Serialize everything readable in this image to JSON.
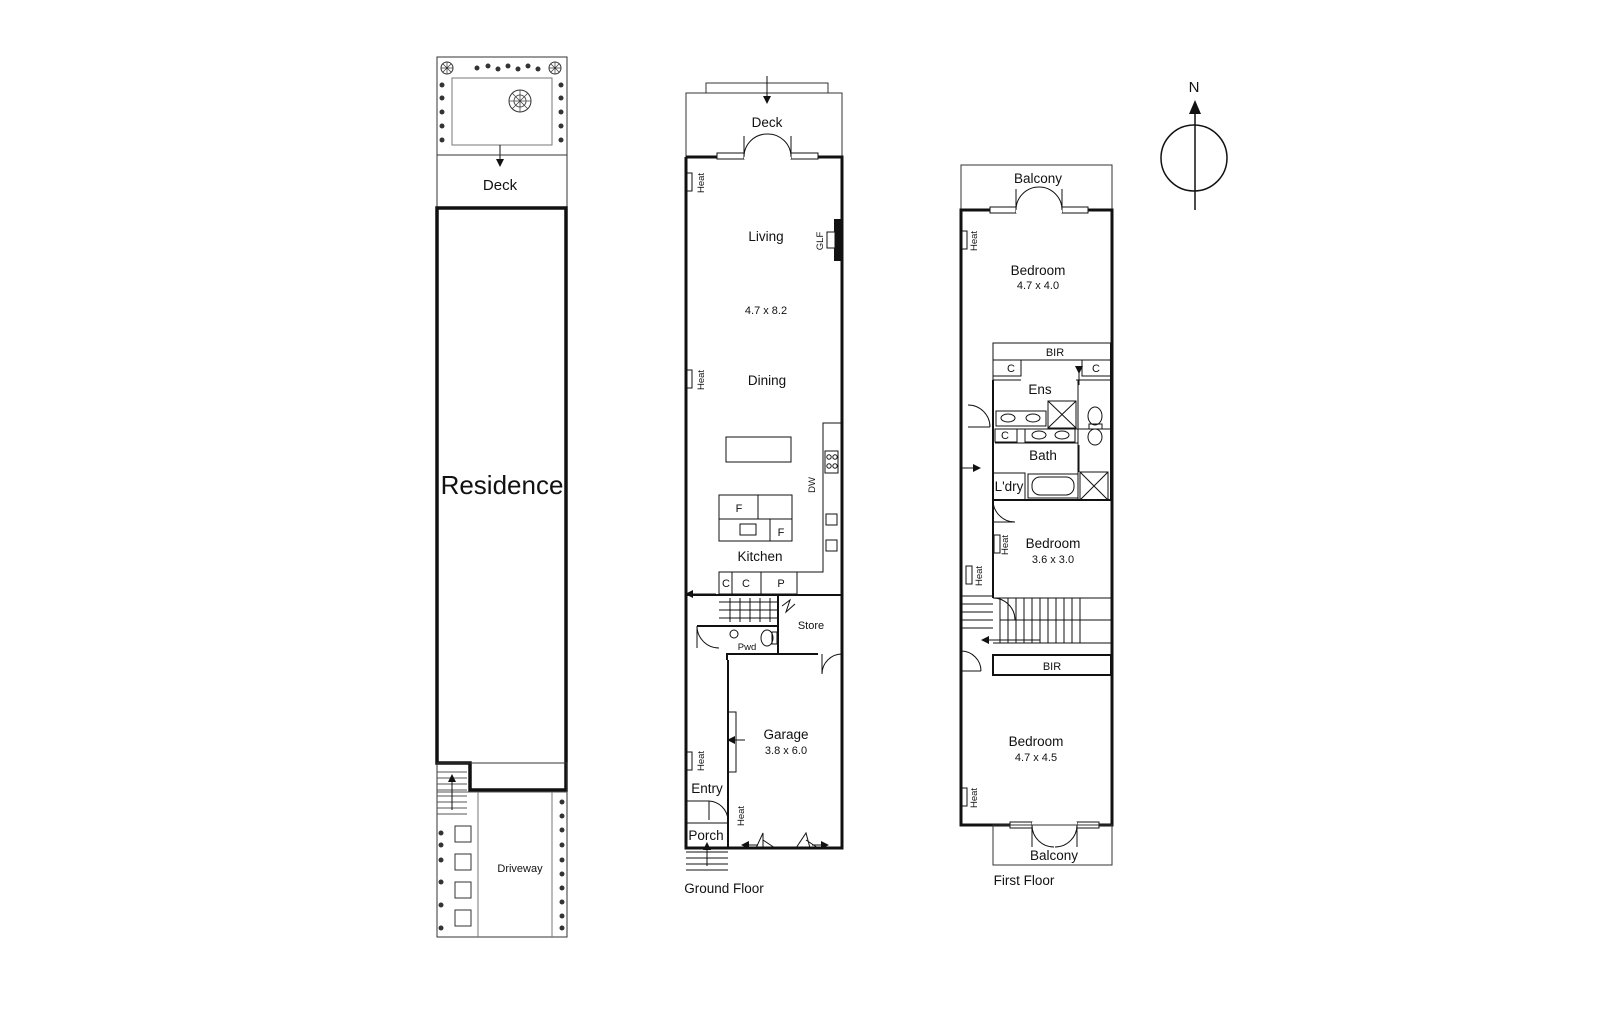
{
  "site": {
    "deck": "Deck",
    "residence": "Residence",
    "driveway": "Driveway"
  },
  "ground_floor": {
    "title": "Ground Floor",
    "deck": "Deck",
    "living": "Living",
    "living_dims": "4.7 x 8.2",
    "dining": "Dining",
    "kitchen": "Kitchen",
    "glf": "GLF",
    "dw": "DW",
    "fridge_1": "F",
    "fridge_2": "F",
    "cupboard_1": "C",
    "cupboard_2": "C",
    "pantry": "P",
    "store": "Store",
    "pwd": "Pwd",
    "garage": "Garage",
    "garage_dims": "3.8 x 6.0",
    "entry": "Entry",
    "porch": "Porch",
    "heat_1": "Heat",
    "heat_2": "Heat",
    "heat_3": "Heat",
    "heat_4": "Heat"
  },
  "first_floor": {
    "title": "First Floor",
    "balcony_top": "Balcony",
    "balcony_bottom": "Balcony",
    "bedroom_1": "Bedroom",
    "bedroom_1_dims": "4.7 x 4.0",
    "bir_1": "BIR",
    "c_1": "C",
    "c_2": "C",
    "c_3": "C",
    "ens": "Ens",
    "bath": "Bath",
    "ldry": "L'dry",
    "bedroom_2": "Bedroom",
    "bedroom_2_dims": "3.6 x 3.0",
    "bir_2": "BIR",
    "bedroom_3": "Bedroom",
    "bedroom_3_dims": "4.7 x 4.5",
    "heat_1": "Heat",
    "heat_2": "Heat",
    "heat_3": "Heat",
    "heat_4": "Heat"
  },
  "compass": {
    "north": "N"
  }
}
